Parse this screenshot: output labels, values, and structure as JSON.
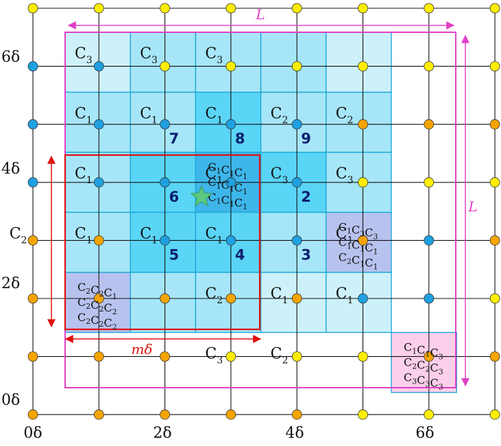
{
  "colors": {
    "yellow": "#FFEE00",
    "orange": "#F5A400",
    "blue": "#1FA0E0",
    "magenta": "#E040C8",
    "red": "#E01010",
    "cell_light": "#CDF1FA",
    "cell_mid": "#A6E6F8",
    "cell_dark": "#5AD5F6",
    "cell_center": "#3EB6EA",
    "cell_lavender": "#B8C2EE",
    "cell_pink": "#FCCFEA",
    "star": "#5CC880",
    "label_num": "#0E2070"
  },
  "axis": {
    "y_labels": [
      "6δ",
      "4δ",
      "2δ",
      "0δ"
    ],
    "x_labels": [
      "0δ",
      "2δ",
      "4δ",
      "6δ"
    ]
  },
  "dimensions": {
    "L_top": "L",
    "L_right": "L",
    "m_delta": "mδ"
  },
  "node_colors": [
    [
      "yellow",
      "yellow",
      "yellow",
      "yellow",
      "yellow",
      "yellow",
      "yellow",
      "yellow"
    ],
    [
      "blue",
      "blue",
      "yellow",
      "yellow",
      "yellow",
      "yellow",
      "yellow",
      "yellow"
    ],
    [
      "blue",
      "blue",
      "blue",
      "blue",
      "blue",
      "orange",
      "orange",
      "orange"
    ],
    [
      "blue",
      "blue",
      "blue",
      "blue",
      "blue",
      "yellow",
      "yellow",
      "yellow"
    ],
    [
      "orange",
      "orange",
      "blue",
      "blue",
      "blue",
      "orange",
      "blue",
      "orange"
    ],
    [
      "orange",
      "orange",
      "orange",
      "orange",
      "orange",
      "blue",
      "blue",
      "yellow"
    ],
    [
      "orange",
      "orange",
      "orange",
      "yellow",
      "yellow",
      "yellow",
      "orange",
      "orange"
    ],
    [
      "orange",
      "orange",
      "orange",
      "orange",
      "orange",
      "yellow",
      "yellow",
      "yellow"
    ]
  ],
  "cells": [
    {
      "row": 0,
      "col": 0,
      "fill": "cell_light"
    },
    {
      "row": 0,
      "col": 1,
      "fill": "cell_mid"
    },
    {
      "row": 0,
      "col": 2,
      "fill": "cell_mid"
    },
    {
      "row": 0,
      "col": 3,
      "fill": "cell_mid"
    },
    {
      "row": 0,
      "col": 4,
      "fill": "cell_light"
    },
    {
      "row": 1,
      "col": 0,
      "fill": "cell_mid"
    },
    {
      "row": 1,
      "col": 1,
      "fill": "cell_mid"
    },
    {
      "row": 1,
      "col": 2,
      "fill": "cell_dark"
    },
    {
      "row": 1,
      "col": 3,
      "fill": "cell_mid"
    },
    {
      "row": 1,
      "col": 4,
      "fill": "cell_mid"
    },
    {
      "row": 2,
      "col": 0,
      "fill": "cell_mid"
    },
    {
      "row": 2,
      "col": 1,
      "fill": "cell_dark"
    },
    {
      "row": 2,
      "col": 2,
      "fill": "cell_center"
    },
    {
      "row": 2,
      "col": 3,
      "fill": "cell_dark"
    },
    {
      "row": 2,
      "col": 4,
      "fill": "cell_mid"
    },
    {
      "row": 3,
      "col": 0,
      "fill": "cell_mid"
    },
    {
      "row": 3,
      "col": 1,
      "fill": "cell_dark"
    },
    {
      "row": 3,
      "col": 2,
      "fill": "cell_dark"
    },
    {
      "row": 3,
      "col": 3,
      "fill": "cell_mid"
    },
    {
      "row": 3,
      "col": 4,
      "fill": "cell_lavender"
    },
    {
      "row": 4,
      "col": 0,
      "fill": "cell_lavender"
    },
    {
      "row": 4,
      "col": 1,
      "fill": "cell_mid"
    },
    {
      "row": 4,
      "col": 2,
      "fill": "cell_mid"
    },
    {
      "row": 4,
      "col": 3,
      "fill": "cell_light"
    },
    {
      "row": 4,
      "col": 4,
      "fill": "cell_light"
    },
    {
      "row": 5,
      "col": 5,
      "fill": "cell_pink"
    }
  ],
  "cell_labels": [
    {
      "row": 0,
      "col": 0,
      "base": "C",
      "sub": "3"
    },
    {
      "row": 0,
      "col": 1,
      "base": "C",
      "sub": "3"
    },
    {
      "row": 0,
      "col": 2,
      "base": "C",
      "sub": "3"
    },
    {
      "row": 1,
      "col": 0,
      "base": "C",
      "sub": "1"
    },
    {
      "row": 1,
      "col": 1,
      "base": "C",
      "sub": "1"
    },
    {
      "row": 1,
      "col": 2,
      "base": "C",
      "sub": "1"
    },
    {
      "row": 1,
      "col": 3,
      "base": "C",
      "sub": "2"
    },
    {
      "row": 1,
      "col": 4,
      "base": "C",
      "sub": "2"
    },
    {
      "row": 2,
      "col": 0,
      "base": "C",
      "sub": "1"
    },
    {
      "row": 2,
      "col": 2,
      "base": "C",
      "sub": "1"
    },
    {
      "row": 2,
      "col": 3,
      "base": "C",
      "sub": "3"
    },
    {
      "row": 2,
      "col": 4,
      "base": "C",
      "sub": "3"
    },
    {
      "row": 3,
      "col": -1,
      "base": "C",
      "sub": "2"
    },
    {
      "row": 3,
      "col": 0,
      "base": "C",
      "sub": "1"
    },
    {
      "row": 3,
      "col": 1,
      "base": "C",
      "sub": "1"
    },
    {
      "row": 3,
      "col": 2,
      "base": "C",
      "sub": "1"
    },
    {
      "row": 3,
      "col": 4,
      "base": "C",
      "sub": "1"
    },
    {
      "row": 4,
      "col": 2,
      "base": "C",
      "sub": "2"
    },
    {
      "row": 4,
      "col": 3,
      "base": "C",
      "sub": "1"
    },
    {
      "row": 4,
      "col": 4,
      "base": "C",
      "sub": "1"
    },
    {
      "row": 5,
      "col": 2,
      "base": "C",
      "sub": "3"
    },
    {
      "row": 5,
      "col": 3,
      "base": "C",
      "sub": "2"
    }
  ],
  "multi_labels": [
    {
      "row": 2,
      "col": 2,
      "lines": [
        [
          "1",
          "1",
          "1"
        ],
        [
          "1",
          "1",
          "1"
        ],
        [
          "1",
          "1",
          "1"
        ]
      ]
    },
    {
      "row": 3,
      "col": 4,
      "lines": [
        [
          "1",
          "3",
          "3"
        ],
        [
          "1",
          "1",
          "1"
        ],
        [
          "2",
          "1",
          "1"
        ]
      ]
    },
    {
      "row": 4,
      "col": 0,
      "lines": [
        [
          "2",
          "2",
          "1"
        ],
        [
          "2",
          "2",
          "2"
        ],
        [
          "2",
          "2",
          "2"
        ]
      ]
    },
    {
      "row": 5,
      "col": 5,
      "lines": [
        [
          "1",
          "1",
          "3"
        ],
        [
          "2",
          "2",
          "3"
        ],
        [
          "3",
          "3",
          "3"
        ]
      ]
    }
  ],
  "node_numbers": [
    {
      "node_row": 2,
      "node_col": 2,
      "text": "7"
    },
    {
      "node_row": 2,
      "node_col": 3,
      "text": "8"
    },
    {
      "node_row": 2,
      "node_col": 4,
      "text": "9"
    },
    {
      "node_row": 3,
      "node_col": 2,
      "text": "6"
    },
    {
      "node_row": 3,
      "node_col": 4,
      "text": "2"
    },
    {
      "node_row": 4,
      "node_col": 2,
      "text": "5"
    },
    {
      "node_row": 4,
      "node_col": 3,
      "text": "4"
    },
    {
      "node_row": 4,
      "node_col": 4,
      "text": "3"
    }
  ]
}
